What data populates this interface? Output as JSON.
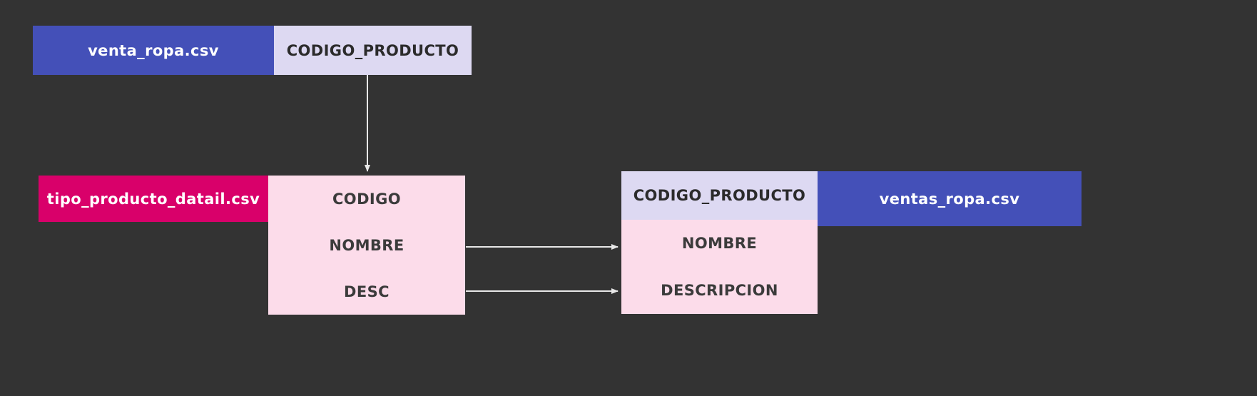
{
  "background_color": "#333333",
  "palette": {
    "file_label_blue": "#4450b8",
    "file_label_crimson": "#d9006a",
    "key_cell_lavender": "#ddd9f2",
    "field_cell_pink": "#fcdcea",
    "edge_color": "#e8e8e8",
    "text_dark": "#2b2b2b",
    "text_light": "#ffffff"
  },
  "nodes": {
    "venta_ropa": {
      "file_label": "venta_ropa.csv",
      "key_field": "CODIGO_PRODUCTO"
    },
    "tipo_producto_datail": {
      "file_label": "tipo_producto_datail.csv",
      "fields": [
        "CODIGO",
        "NOMBRE",
        "DESC"
      ]
    },
    "ventas_ropa": {
      "file_label": "ventas_ropa.csv",
      "key_field": "CODIGO_PRODUCTO",
      "fields": [
        "NOMBRE",
        "DESCRIPCION"
      ]
    }
  },
  "edges": [
    {
      "name": "venta-ropa-codigo-producto-to-tipo-producto-codigo",
      "from": "venta_ropa.CODIGO_PRODUCTO",
      "to": "tipo_producto_datail.CODIGO",
      "direction": "down"
    },
    {
      "name": "tipo-producto-nombre-to-ventas-ropa-nombre",
      "from": "tipo_producto_datail.NOMBRE",
      "to": "ventas_ropa.NOMBRE",
      "direction": "right"
    },
    {
      "name": "tipo-producto-desc-to-ventas-ropa-descripcion",
      "from": "tipo_producto_datail.DESC",
      "to": "ventas_ropa.DESCRIPCION",
      "direction": "right"
    }
  ]
}
